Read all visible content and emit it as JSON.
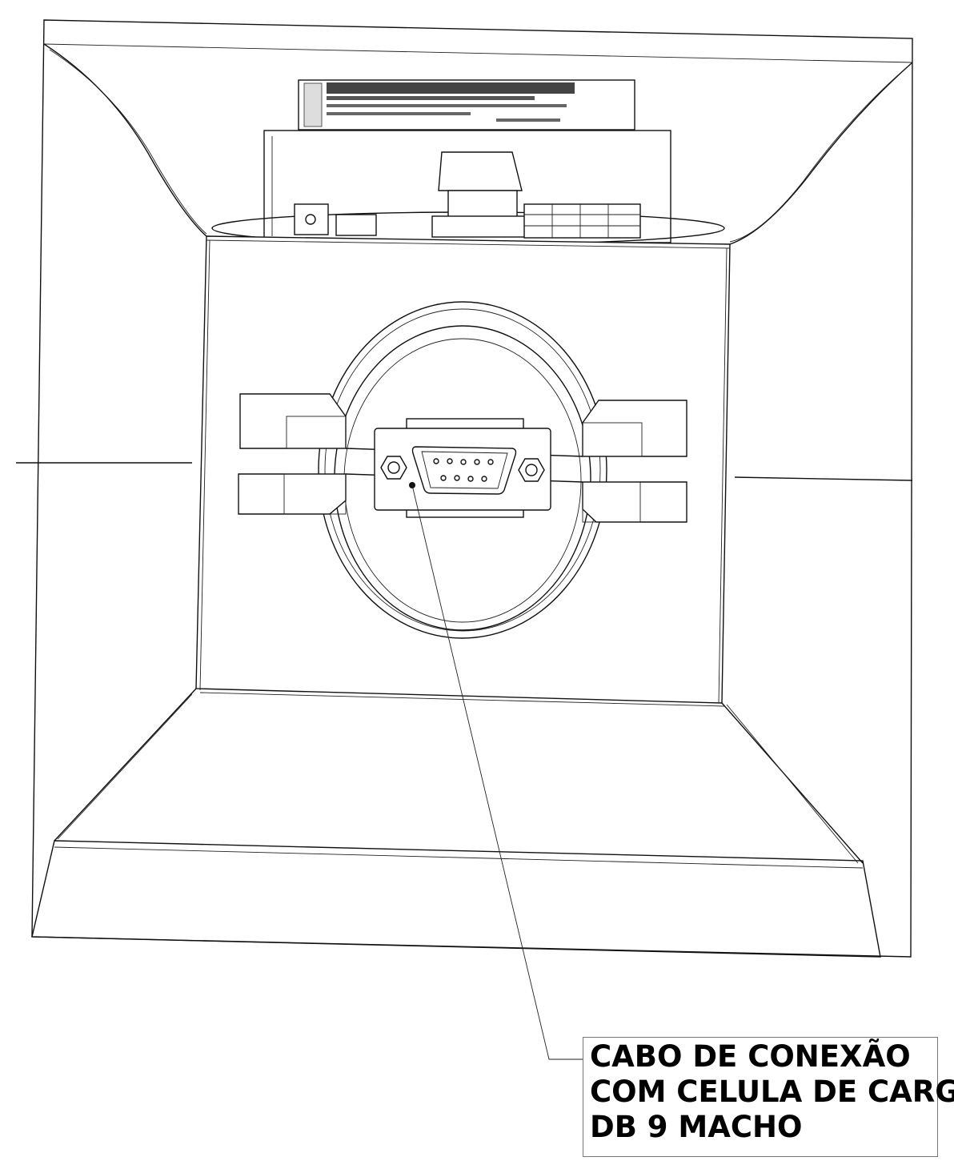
{
  "diagram": {
    "callout": {
      "lines": [
        "CABO DE CONEXÃO",
        "COM CELULA DE CARGA",
        "DB 9 MACHO"
      ]
    },
    "connector_pins": {
      "top_row": 5,
      "bottom_row": 4
    }
  }
}
